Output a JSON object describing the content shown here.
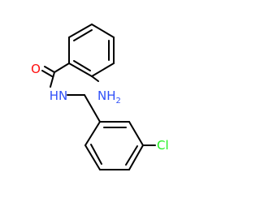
{
  "molecule": {
    "atoms": {
      "carbonyl_oxygen": "O",
      "amide_nitrogen": "HN",
      "amine_group": "NH",
      "amine_subscript": "2",
      "chlorine": "Cl"
    }
  },
  "colors": {
    "bond": "#000000",
    "oxygen": "#ff0d0d",
    "nitrogen": "#3050f8",
    "chlorine": "#1ff01f",
    "background": "#ffffff"
  }
}
